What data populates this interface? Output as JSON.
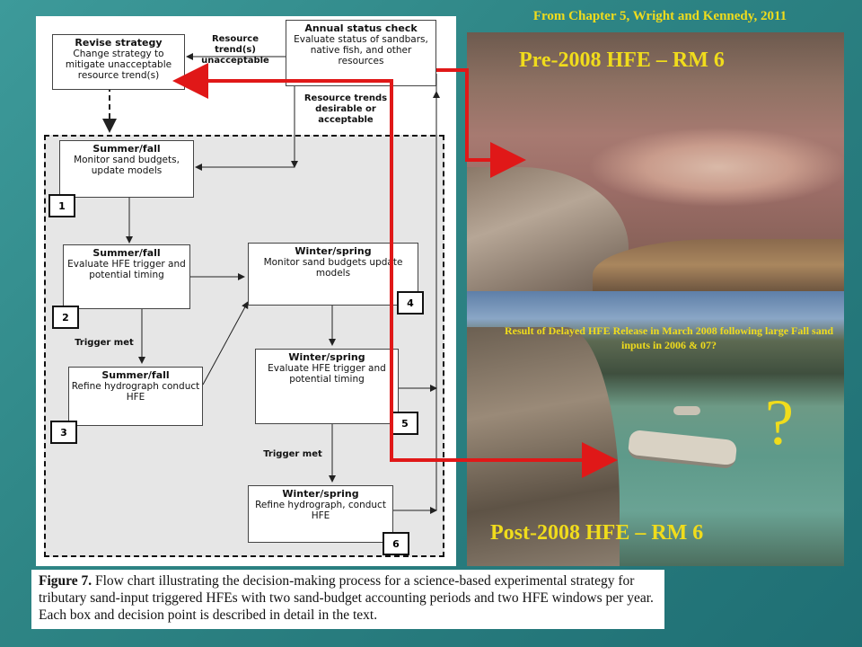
{
  "source_note": "From Chapter 5, Wright and Kennedy, 2011",
  "photos": {
    "top_title": "Pre-2008 HFE – RM 6",
    "bottom_title": "Post-2008 HFE – RM 6",
    "bottom_note": "Result of Delayed HFE Release in March 2008 following large Fall sand inputs in 2006 & 07?",
    "question_mark": "?"
  },
  "flowchart": {
    "revise": {
      "title": "Revise strategy",
      "text": "Change strategy to mitigate unacceptable resource trend(s)"
    },
    "annual": {
      "title": "Annual status check",
      "text": "Evaluate status of sandbars, native fish, and other resources"
    },
    "label_unacceptable": "Resource trend(s) unacceptable",
    "label_acceptable": "Resource trends desirable or acceptable",
    "boxes": [
      {
        "num": "1",
        "title": "Summer/fall",
        "text": "Monitor sand budgets, update models"
      },
      {
        "num": "2",
        "title": "Summer/fall",
        "text": "Evaluate HFE trigger and potential timing"
      },
      {
        "num": "3",
        "title": "Summer/fall",
        "text": "Refine hydrograph conduct HFE"
      },
      {
        "num": "4",
        "title": "Winter/spring",
        "text": "Monitor sand budgets update models"
      },
      {
        "num": "5",
        "title": "Winter/spring",
        "text": "Evaluate HFE trigger and potential timing"
      },
      {
        "num": "6",
        "title": "Winter/spring",
        "text": "Refine hydrograph, conduct HFE"
      }
    ],
    "trigger_met": "Trigger met"
  },
  "caption": {
    "label": "Figure 7.",
    "text": "Flow chart illustrating the decision-making process for a science-based experimental strategy for tributary sand-input triggered HFEs with two sand-budget accounting periods and two HFE windows per year. Each box and decision point is described in detail in the text."
  },
  "colors": {
    "accent": "#f0dc1c",
    "arrow": "#e01818",
    "background": "#2e8585"
  }
}
